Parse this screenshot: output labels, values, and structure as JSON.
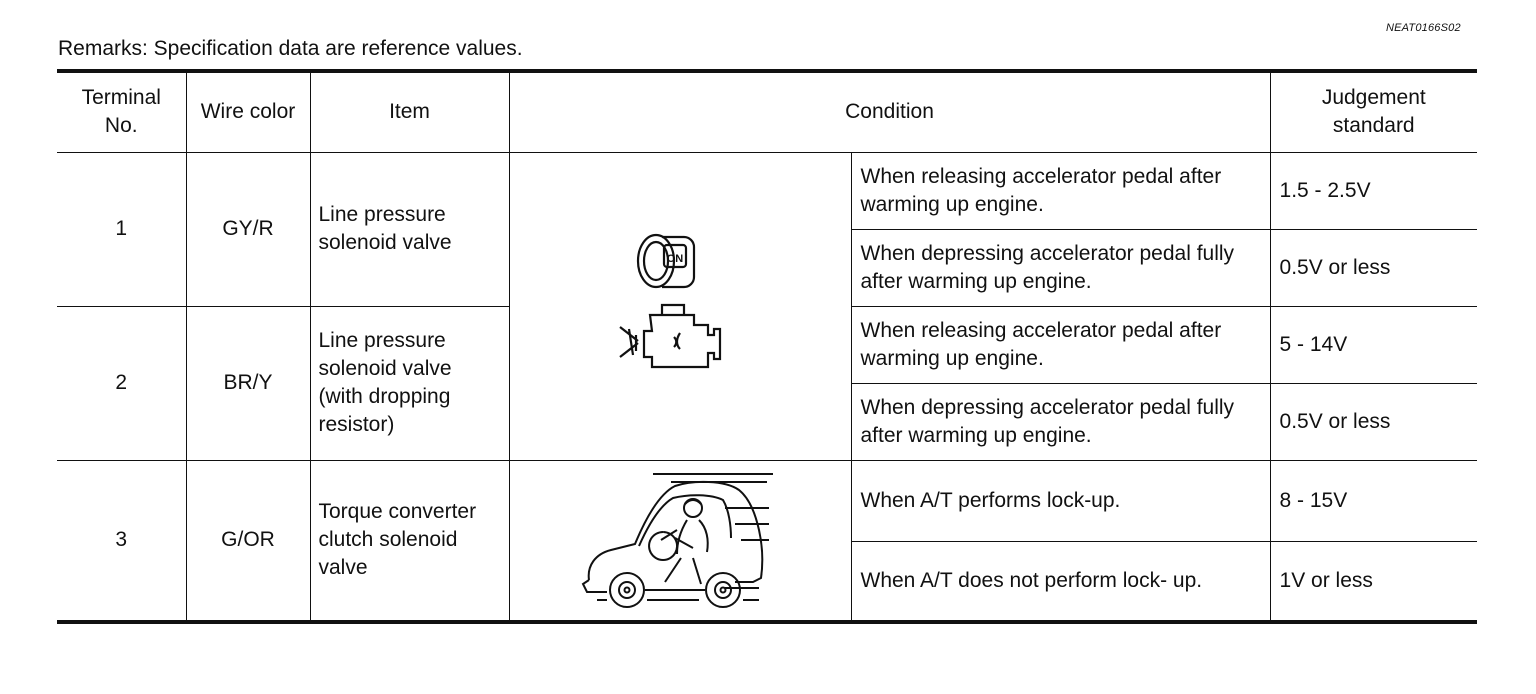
{
  "doc": {
    "ref_code": "NEAT0166S02",
    "remarks": "Remarks: Specification data are reference values."
  },
  "table": {
    "headers": {
      "terminal": "Terminal No.",
      "wire_color": "Wire color",
      "item": "Item",
      "condition": "Condition",
      "judgement": "Judgement standard"
    },
    "rows": [
      {
        "terminal": "1",
        "wire_color": "GY/R",
        "item": "Line pressure solenoid valve",
        "conditions": [
          {
            "text": "When releasing accelerator pedal after warming up engine.",
            "standard": "1.5 - 2.5V"
          },
          {
            "text": "When depressing accelerator pedal fully after warming up engine.",
            "standard": "0.5V or less"
          }
        ]
      },
      {
        "terminal": "2",
        "wire_color": "BR/Y",
        "item": "Line pressure solenoid valve (with dropping resistor)",
        "conditions": [
          {
            "text": "When releasing accelerator pedal after warming up engine.",
            "standard": "5 - 14V"
          },
          {
            "text": "When depressing accelerator pedal fully after warming up engine.",
            "standard": "0.5V or less"
          }
        ]
      },
      {
        "terminal": "3",
        "wire_color": "G/OR",
        "item": "Torque converter clutch solenoid valve",
        "conditions": [
          {
            "text": "When A/T performs lock-up.",
            "standard": "8 - 15V"
          },
          {
            "text": "When A/T does not perform lock- up.",
            "standard": "1V or less"
          }
        ]
      }
    ],
    "icons": {
      "ignition": "ignition-key-on-icon",
      "ignition_label": "ON",
      "engine": "engine-running-icon",
      "driving": "vehicle-driving-icon"
    }
  }
}
